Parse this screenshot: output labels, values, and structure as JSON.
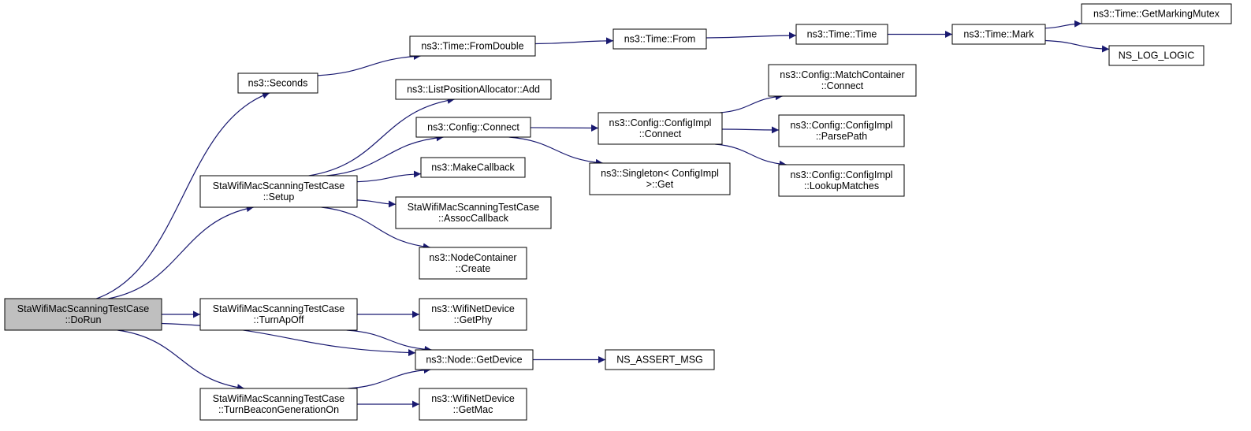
{
  "colors": {
    "edge": "#191970",
    "node_fill": "#ffffff",
    "node_fill_root": "#bfbfbf",
    "node_border": "#000000"
  },
  "nodes": [
    {
      "id": "dorun",
      "lines": [
        "StaWifiMacScanningTestCase",
        "::DoRun"
      ],
      "root": true
    },
    {
      "id": "seconds",
      "lines": [
        "ns3::Seconds"
      ]
    },
    {
      "id": "setup",
      "lines": [
        "StaWifiMacScanningTestCase",
        "::Setup"
      ]
    },
    {
      "id": "turnapoff",
      "lines": [
        "StaWifiMacScanningTestCase",
        "::TurnApOff"
      ]
    },
    {
      "id": "turnbeacon",
      "lines": [
        "StaWifiMacScanningTestCase",
        "::TurnBeaconGenerationOn"
      ]
    },
    {
      "id": "fromdouble",
      "lines": [
        "ns3::Time::FromDouble"
      ]
    },
    {
      "id": "lpa_add",
      "lines": [
        "ns3::ListPositionAllocator::Add"
      ]
    },
    {
      "id": "config_connect",
      "lines": [
        "ns3::Config::Connect"
      ]
    },
    {
      "id": "makecallback",
      "lines": [
        "ns3::MakeCallback"
      ]
    },
    {
      "id": "assoccb",
      "lines": [
        "StaWifiMacScanningTestCase",
        "::AssocCallback"
      ]
    },
    {
      "id": "nc_create",
      "lines": [
        "ns3::NodeContainer",
        "::Create"
      ]
    },
    {
      "id": "getphy",
      "lines": [
        "ns3::WifiNetDevice",
        "::GetPhy"
      ]
    },
    {
      "id": "node_getdevice",
      "lines": [
        "ns3::Node::GetDevice"
      ]
    },
    {
      "id": "getmac",
      "lines": [
        "ns3::WifiNetDevice",
        "::GetMac"
      ]
    },
    {
      "id": "time_from",
      "lines": [
        "ns3::Time::From"
      ]
    },
    {
      "id": "impl_connect",
      "lines": [
        "ns3::Config::ConfigImpl",
        "::Connect"
      ]
    },
    {
      "id": "singleton_get",
      "lines": [
        "ns3::Singleton< ConfigImpl",
        ">::Get"
      ]
    },
    {
      "id": "assert_msg",
      "lines": [
        "NS_ASSERT_MSG"
      ]
    },
    {
      "id": "time_time",
      "lines": [
        "ns3::Time::Time"
      ]
    },
    {
      "id": "mc_connect",
      "lines": [
        "ns3::Config::MatchContainer",
        "::Connect"
      ]
    },
    {
      "id": "parsepath",
      "lines": [
        "ns3::Config::ConfigImpl",
        "::ParsePath"
      ]
    },
    {
      "id": "lookupmatches",
      "lines": [
        "ns3::Config::ConfigImpl",
        "::LookupMatches"
      ]
    },
    {
      "id": "time_mark",
      "lines": [
        "ns3::Time::Mark"
      ]
    },
    {
      "id": "getmarkingmutex",
      "lines": [
        "ns3::Time::GetMarkingMutex"
      ]
    },
    {
      "id": "ns_log_logic",
      "lines": [
        "NS_LOG_LOGIC"
      ]
    }
  ],
  "edges": [
    [
      "dorun",
      "seconds"
    ],
    [
      "dorun",
      "setup"
    ],
    [
      "dorun",
      "turnapoff"
    ],
    [
      "dorun",
      "node_getdevice"
    ],
    [
      "dorun",
      "turnbeacon"
    ],
    [
      "seconds",
      "fromdouble"
    ],
    [
      "setup",
      "lpa_add"
    ],
    [
      "setup",
      "config_connect"
    ],
    [
      "setup",
      "makecallback"
    ],
    [
      "setup",
      "assoccb"
    ],
    [
      "setup",
      "nc_create"
    ],
    [
      "turnapoff",
      "getphy"
    ],
    [
      "turnapoff",
      "node_getdevice"
    ],
    [
      "turnbeacon",
      "node_getdevice"
    ],
    [
      "turnbeacon",
      "getmac"
    ],
    [
      "fromdouble",
      "time_from"
    ],
    [
      "config_connect",
      "impl_connect"
    ],
    [
      "config_connect",
      "singleton_get"
    ],
    [
      "node_getdevice",
      "assert_msg"
    ],
    [
      "time_from",
      "time_time"
    ],
    [
      "impl_connect",
      "mc_connect"
    ],
    [
      "impl_connect",
      "parsepath"
    ],
    [
      "impl_connect",
      "lookupmatches"
    ],
    [
      "time_time",
      "time_mark"
    ],
    [
      "time_mark",
      "getmarkingmutex"
    ],
    [
      "time_mark",
      "ns_log_logic"
    ]
  ]
}
